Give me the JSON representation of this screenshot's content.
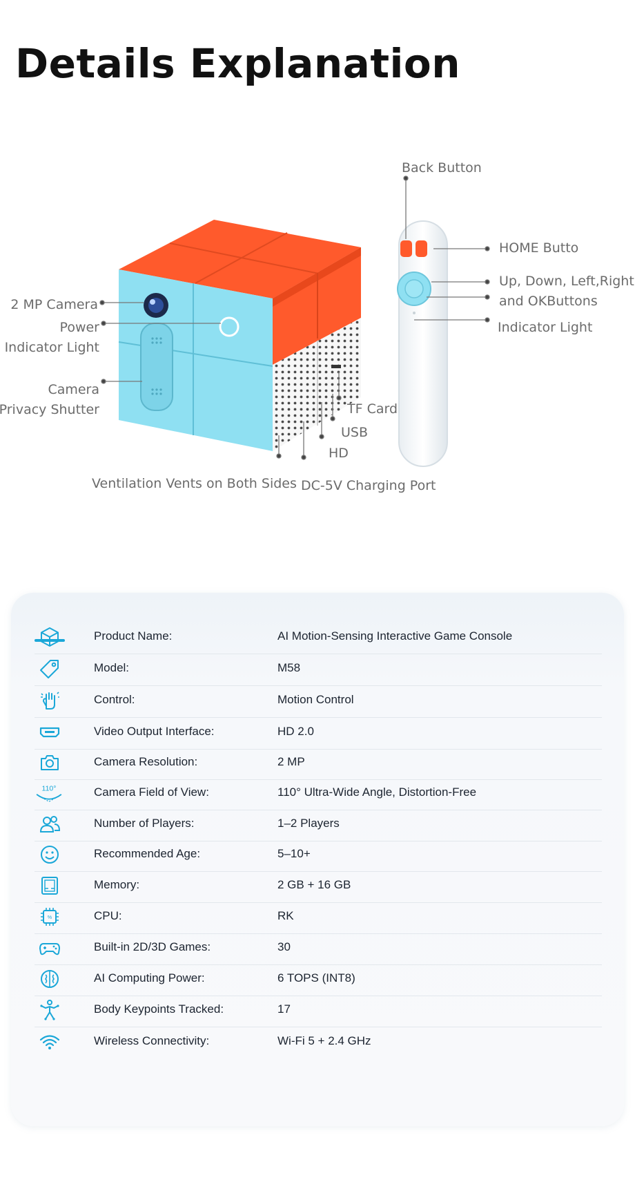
{
  "title": "Details Explanation",
  "callouts": {
    "back_button": "Back Button",
    "home_button": "HOME Butto",
    "dpad_line1": "Up, Down, Left,Right",
    "dpad_line2": "and  OKButtons",
    "indicator_light_remote": "Indicator Light",
    "camera": "2 MP Camera",
    "power_line1": "Power",
    "power_line2": "Indicator Light",
    "shutter_line1": "Camera",
    "shutter_line2": "Privacy Shutter",
    "tf_card": "TF Card",
    "usb": "USB",
    "hd": "HD",
    "vents": "Ventilation Vents on Both Sides",
    "charging": "DC-5V Charging Port"
  },
  "colors": {
    "cube_blue": "#8fe0f2",
    "cube_orange": "#ff5a2c",
    "icon_blue": "#1aa7d8"
  },
  "specs": [
    {
      "icon": "box-icon",
      "label": "Product Name:",
      "value": "AI Motion-Sensing Interactive Game Console"
    },
    {
      "icon": "tag-icon",
      "label": "Model:",
      "value": "M58"
    },
    {
      "icon": "hand-wave-icon",
      "label": "Control:",
      "value": "Motion Control"
    },
    {
      "icon": "hdmi-port-icon",
      "label": "Video Output Interface:",
      "value": "HD 2.0"
    },
    {
      "icon": "camera-icon",
      "label": "Camera Resolution:",
      "value": "2 MP"
    },
    {
      "icon": "wide-angle-icon",
      "label": "Camera Field of View:",
      "value": "110° Ultra-Wide Angle, Distortion-Free",
      "icon_text": "110°"
    },
    {
      "icon": "players-icon",
      "label": "Number of Players:",
      "value": "1–2 Players"
    },
    {
      "icon": "smiley-icon",
      "label": "Recommended Age:",
      "value": "5–10+"
    },
    {
      "icon": "memory-card-icon",
      "label": "Memory:",
      "value": "2 GB + 16 GB"
    },
    {
      "icon": "cpu-chip-icon",
      "label": "CPU:",
      "value": "RK"
    },
    {
      "icon": "gamepad-icon",
      "label": "Built-in 2D/3D Games:",
      "value": "30"
    },
    {
      "icon": "ai-brain-icon",
      "label": "AI Computing Power:",
      "value": "6 TOPS (INT8)"
    },
    {
      "icon": "body-figure-icon",
      "label": "Body Keypoints Tracked:",
      "value": "17"
    },
    {
      "icon": "wifi-icon",
      "label": "Wireless Connectivity:",
      "value": "Wi-Fi 5 + 2.4 GHz"
    }
  ]
}
